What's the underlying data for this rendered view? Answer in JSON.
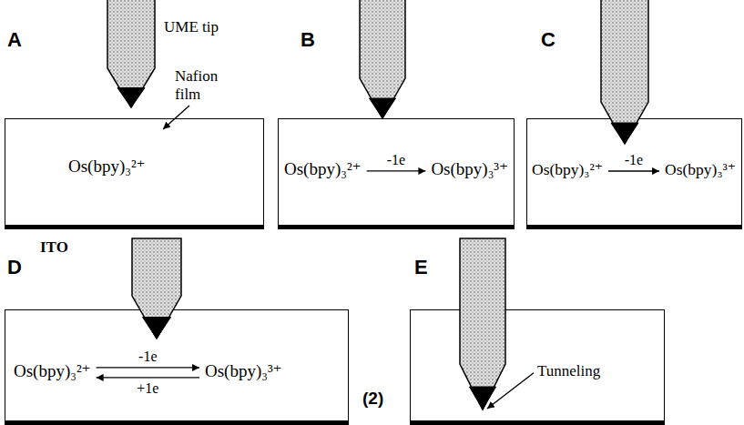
{
  "diagram": {
    "nodes": [
      {
        "text": [
          "Os(bpy)₃²⁺"
        ]
      },
      {
        "text": [
          "Os(bpy)₃²⁺",
          "-1e",
          "Os(bpy)₃³⁺"
        ]
      },
      {
        "text": [
          "Os(bpy)₃²⁺",
          "-1e",
          "Os(bpy)₃³⁺"
        ]
      },
      {
        "text": [
          "Os(bpy)₃²⁺",
          "-1e",
          "+1e",
          "Os(bpy)₃³⁺"
        ]
      },
      {
        "text": [
          "Tunneling"
        ]
      }
    ],
    "labels": [
      "A",
      "UME tip",
      "B",
      "C",
      "Nafion film",
      "ITO",
      "D",
      "E",
      "(2)"
    ]
  }
}
